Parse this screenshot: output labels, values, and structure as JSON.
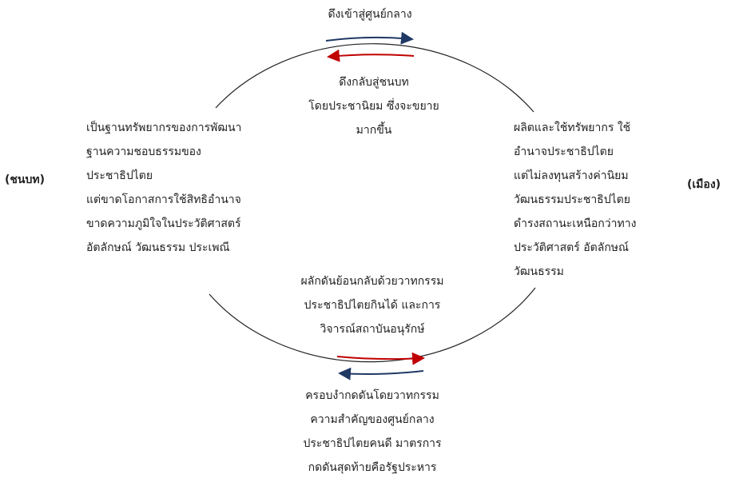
{
  "colors": {
    "blue": "#1f3864",
    "red": "#c00000",
    "line": "#222222"
  },
  "labels": {
    "rural": "(ชนบท)",
    "urban": "(เมือง)"
  },
  "top_title": "ดึงเข้าสู่ศูนย์กลาง",
  "top_inner": [
    "ดึงกลับสู่ชนบท",
    "โดยประชานิยม ซึ่งจะขยาย",
    "มากขึ้น"
  ],
  "left_block": [
    "เป็นฐานทรัพยากรของการพัฒนา",
    "ฐานความชอบธรรมของ",
    "ประชาธิปไตย",
    "แต่ขาดโอกาสการใช้สิทธิอำนาจ",
    "ขาดความภูมิใจในประวัติศาสตร์",
    "อัตลักษณ์ วัฒนธรรม ประเพณี"
  ],
  "right_block": [
    "ผลิตและใช้ทรัพยากร ใช้",
    "อำนาจประชาธิปไตย",
    "แต่ไม่ลงทุนสร้างค่านิยม",
    "วัฒนธรรมประชาธิปไตย",
    "ดำรงสถานะเหนือกว่าทาง",
    "ประวัติศาสตร์ อัตลักษณ์",
    "วัฒนธรรม"
  ],
  "bottom_inner": [
    "ผลักดันย้อนกลับด้วยวาทกรรม",
    "ประชาธิปไตยกินได้ และการ",
    "วิจารณ์สถาบันอนุรักษ์"
  ],
  "bottom_outer": [
    "ครอบงำกดดันโดยวาทกรรม",
    "ความสำคัญของศูนย์กลาง",
    "ประชาธิปไตยคนดี มาตรการ",
    "กดดันสุดท้ายคือรัฐประหาร"
  ]
}
